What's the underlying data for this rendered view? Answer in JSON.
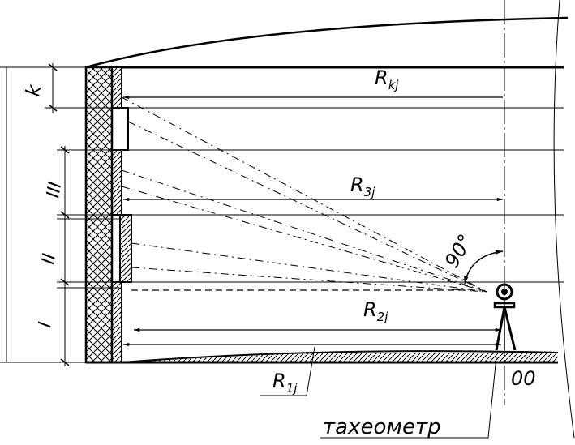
{
  "labels": {
    "section_k": "k",
    "section_3": "III",
    "section_2": "II",
    "section_1": "I",
    "radius_k": "R",
    "radius_k_sub": "kj",
    "radius_3": "R",
    "radius_3_sub": "3j",
    "radius_2": "R",
    "radius_2_sub": "2j",
    "radius_1": "R",
    "radius_1_sub": "1j",
    "angle": "90°",
    "instrument": "тахеометр",
    "axis": "00"
  },
  "colors": {
    "ink": "#000000",
    "paper": "#ffffff"
  }
}
